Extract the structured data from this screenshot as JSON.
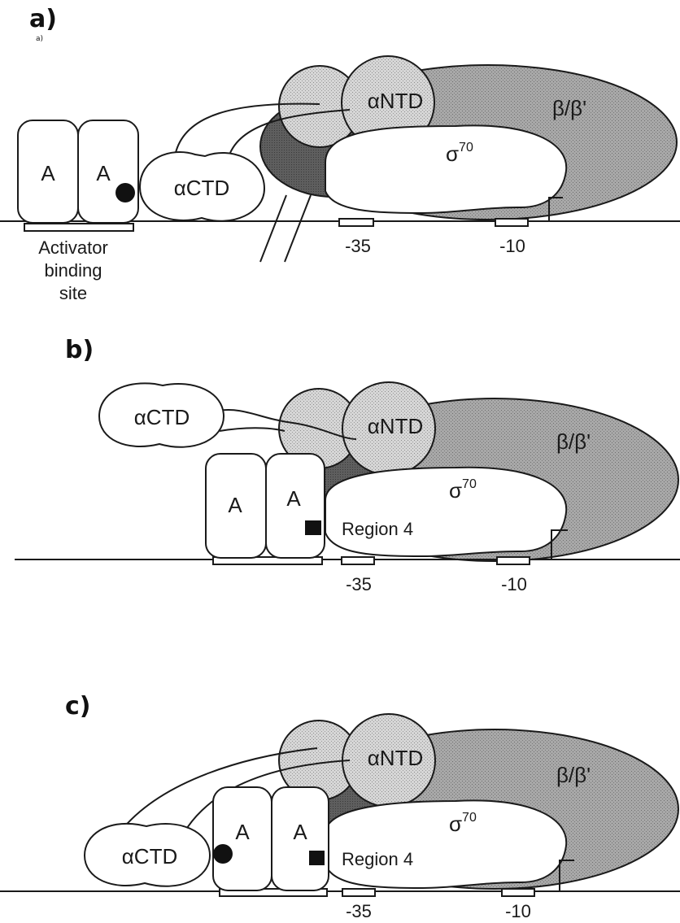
{
  "colors": {
    "beta_fill": "#9a9a9a",
    "alpha_ntd_fill": "#c9c9c9",
    "dark_cap_fill": "#555555",
    "white": "#ffffff",
    "line": "#1a1a1a"
  },
  "panels": [
    {
      "id": "a",
      "label": "a)",
      "sublabel": "a)",
      "activator_label": "A",
      "activator_site_label": [
        "Activator",
        "binding",
        "site"
      ],
      "alpha_ctd_label": "αCTD",
      "alpha_ntd_label": "αNTD",
      "beta_label": "β/β'",
      "sigma_label": "σ",
      "sigma_superscript": "70",
      "promoter_35_label": "-35",
      "promoter_10_label": "-10"
    },
    {
      "id": "b",
      "label": "b)",
      "activator_label": "A",
      "alpha_ctd_label": "αCTD",
      "alpha_ntd_label": "αNTD",
      "beta_label": "β/β'",
      "sigma_label": "σ",
      "sigma_superscript": "70",
      "region_label": "Region 4",
      "promoter_35_label": "-35",
      "promoter_10_label": "-10"
    },
    {
      "id": "c",
      "label": "c)",
      "activator_label": "A",
      "alpha_ctd_label": "αCTD",
      "alpha_ntd_label": "αNTD",
      "beta_label": "β/β'",
      "sigma_label": "σ",
      "sigma_superscript": "70",
      "region_label": "Region 4",
      "promoter_35_label": "-35",
      "promoter_10_label": "-10"
    }
  ]
}
